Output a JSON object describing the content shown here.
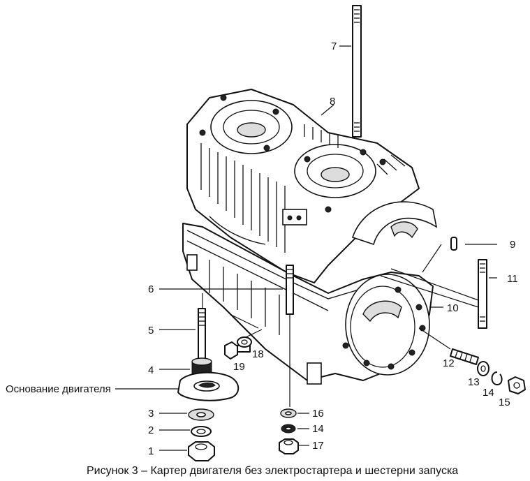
{
  "caption": "Рисунок 3 – Картер двигателя без электростартера и шестерни запуска",
  "base_label": "Основание двигателя",
  "callouts": {
    "c1": "1",
    "c2": "2",
    "c3": "3",
    "c4": "4",
    "c5": "5",
    "c6": "6",
    "c7": "7",
    "c8": "8",
    "c9": "9",
    "c10": "10",
    "c11": "11",
    "c12": "12",
    "c13": "13",
    "c14a": "14",
    "c14b": "14",
    "c15": "15",
    "c16": "16",
    "c17": "17",
    "c18": "18",
    "c19": "19"
  }
}
